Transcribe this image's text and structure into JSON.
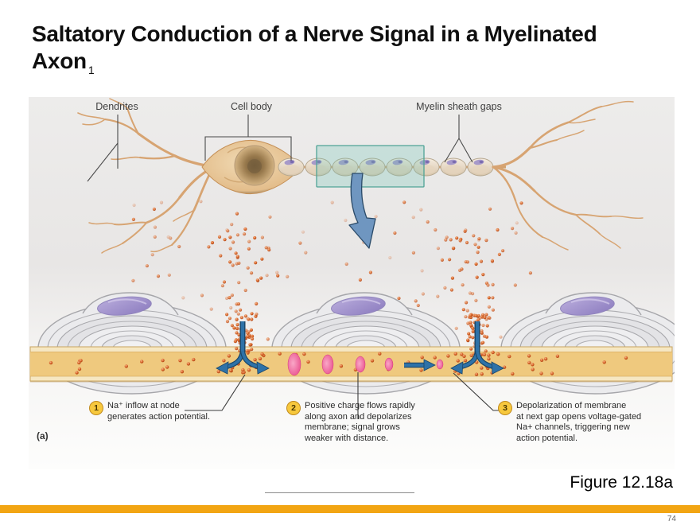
{
  "slide": {
    "title": {
      "line1": "Saltatory Conduction of a Nerve Signal in a Myelinated",
      "line2": "Axon",
      "subscript": "1"
    },
    "panel_label": "(a)",
    "figure_caption": "Figure 12.18a",
    "page_number": "74",
    "accent_bar_color": "#F2A513"
  },
  "figure": {
    "labels": {
      "dendrites": "Dendrites",
      "cell_body": "Cell body",
      "myelin_sheath_gaps": "Myelin sheath gaps"
    },
    "annotations": [
      {
        "number": "1",
        "lines": [
          "Na⁺ inflow at node",
          "generates action potential."
        ]
      },
      {
        "number": "2",
        "lines": [
          "Positive charge flows rapidly",
          "along axon and depolarizes",
          "membrane; signal grows",
          "weaker with distance."
        ]
      },
      {
        "number": "3",
        "lines": [
          "Depolarization of membrane",
          "at next gap opens voltage-gated",
          "Na+ channels, triggering new",
          "action potential."
        ]
      }
    ],
    "colors": {
      "ion_dot": "#D0581F",
      "arrow_blue": "#2E72A8",
      "magnifier_arrow_blue": "#6F96C0",
      "axon_band_gold": "#EFC97E",
      "axon_band_edge": "#F6E7C2",
      "myelin_gray": "#EBEBED",
      "nucleus_purple": "#9C8EC6",
      "depolarization_pink": "#EE5C95",
      "highlight_teal": "#5FB3A5",
      "badge_yellow": "#F7C83D",
      "neuron_tan": "#DDAE77"
    }
  }
}
